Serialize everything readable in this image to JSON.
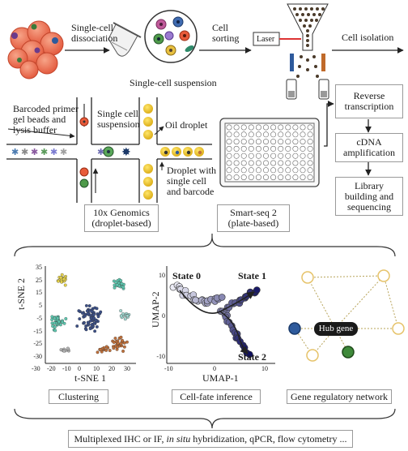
{
  "workflow": {
    "dissociation_label": "Single-cell\ndissociation",
    "suspension_label": "Single-cell suspension",
    "sorting_label": "Cell\nsorting",
    "laser_label": "Laser",
    "isolation_label": "Cell isolation",
    "barcoded_label": "Barcoded primer\ngel beads and\nlysis buffer",
    "single_cell_suspension_label": "Single cell\nsuspension",
    "oil_droplet_label": "Oil droplet",
    "droplet_barcode_label": "Droplet with\nsingle cell\nand barcode",
    "tenx_label": "10x Genomics\n(droplet-based)",
    "smartseq_label": "Smart-seq 2\n(plate-based)",
    "rt_label": "Reverse\ntranscription",
    "cdna_label": "cDNA\namplification",
    "library_label": "Library\nbuilding and\nsequencing"
  },
  "panels": {
    "clustering": {
      "title": "Clustering",
      "xlabel": "t-SNE 1",
      "ylabel": "t-SNE 2",
      "xticks": [
        "-30",
        "-20",
        "-10",
        "0",
        "10",
        "20",
        "30"
      ],
      "yticks": [
        "35",
        "25",
        "15",
        "5",
        "-5",
        "-15",
        "-25",
        "-30"
      ]
    },
    "cellfate": {
      "title": "Cell-fate inference",
      "xlabel": "UMAP-1",
      "ylabel": "UMAP-2",
      "xticks": [
        "-10",
        "0",
        "10"
      ],
      "yticks": [
        "10",
        "0",
        "-10"
      ],
      "state0": "State 0",
      "state1": "State 1",
      "state2": "State 2"
    },
    "grn": {
      "title": "Gene regulatory network",
      "hub_label": "Hub gene"
    }
  },
  "footer": "Multiplexed IHC or IF, in situ hybridization, qPCR, flow cytometry ...",
  "colors": {
    "cluster_yellow": "#e8d44a",
    "cluster_teal": "#5ec8b0",
    "cluster_navy": "#3b4f86",
    "cluster_orange": "#c0703a",
    "cluster_lightteal": "#9fd8d0",
    "cluster_grey": "#b5b5b5",
    "grn_blue": "#2e5a9c",
    "grn_green": "#3f8a3a",
    "grn_node_outline": "#e6c36a",
    "arrow": "#222222"
  }
}
